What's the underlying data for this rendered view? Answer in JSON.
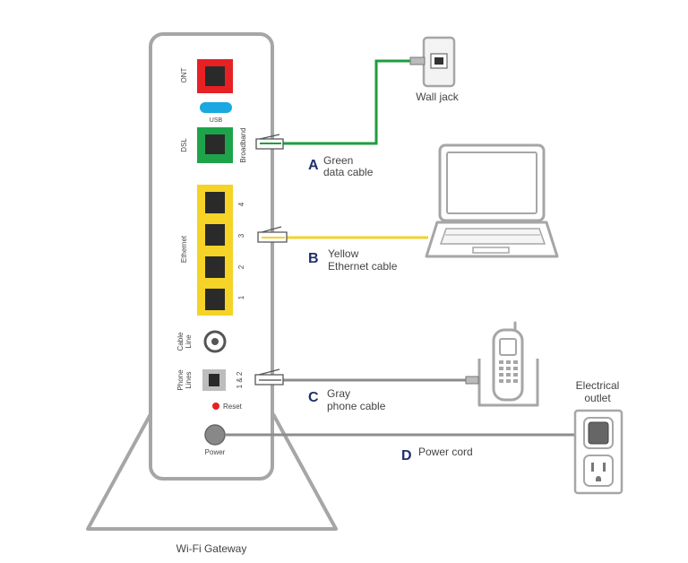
{
  "gateway": {
    "caption": "Wi-Fi Gateway",
    "ont_label": "ONT",
    "usb_label": "USB",
    "dsl_label": "DSL",
    "broadband_label": "Broadband",
    "ethernet_label": "Ethernet",
    "port_numbers": [
      "4",
      "3",
      "2",
      "1"
    ],
    "cable_line_label": [
      "Cable",
      "Line"
    ],
    "phone_lines_label": [
      "Phone",
      "Lines"
    ],
    "phone_port_number": "1 & 2",
    "reset_label": "Reset",
    "power_label": "Power"
  },
  "connections": [
    {
      "letter": "A",
      "line1": "Green",
      "line2": "data cable"
    },
    {
      "letter": "B",
      "line1": "Yellow",
      "line2": "Ethernet cable"
    },
    {
      "letter": "C",
      "line1": "Gray",
      "line2": "phone cable"
    },
    {
      "letter": "D",
      "line1": "Power cord",
      "line2": ""
    }
  ],
  "devices": {
    "wall_jack": "Wall jack",
    "outlet_line1": "Electrical",
    "outlet_line2": "outlet"
  },
  "colors": {
    "ont": "#e52124",
    "dsl": "#1fa34a",
    "ethernet": "#f5d327",
    "usb": "#19a8e0",
    "green_cable": "#1e9e3e",
    "yellow_cable": "#f2d230",
    "gray_cable": "#8c8c8c",
    "outline": "#a6a6a6",
    "letter": "#1f2f6e",
    "reset_dot": "#e52124"
  },
  "icons": [
    "wall-jack-icon",
    "laptop-icon",
    "cordless-phone-icon",
    "electrical-outlet-icon",
    "rj45-plug-icon"
  ]
}
